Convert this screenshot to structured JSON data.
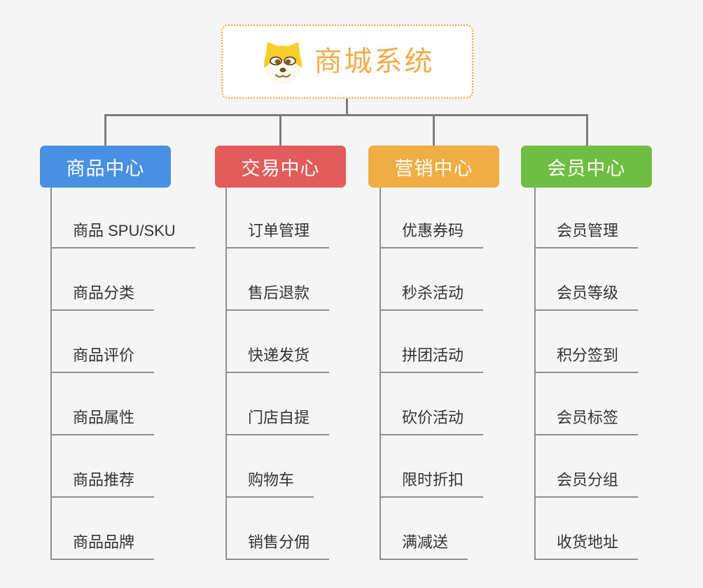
{
  "page": {
    "background_color": "#F5F5F5"
  },
  "root": {
    "title": "商城系统",
    "icon": "dog-face-icon",
    "text_color": "#F1AD4B",
    "border_color": "#F4A93C"
  },
  "connectors": {
    "tree_line_color": "#7D7D7D",
    "branch_line_color": "#8F8F8F"
  },
  "branches": [
    {
      "label": "商品中心",
      "color": "#4A90E2",
      "items": [
        "商品 SPU/SKU",
        "商品分类",
        "商品评价",
        "商品属性",
        "商品推荐",
        "商品品牌"
      ]
    },
    {
      "label": "交易中心",
      "color": "#E35C5C",
      "items": [
        "订单管理",
        "售后退款",
        "快递发货",
        "门店自提",
        "购物车",
        "销售分佣"
      ]
    },
    {
      "label": "营销中心",
      "color": "#EFAD43",
      "items": [
        "优惠券码",
        "秒杀活动",
        "拼团活动",
        "砍价活动",
        "限时折扣",
        "满减送"
      ]
    },
    {
      "label": "会员中心",
      "color": "#6FBE44",
      "items": [
        "会员管理",
        "会员等级",
        "积分签到",
        "会员标签",
        "会员分组",
        "收货地址"
      ]
    }
  ]
}
